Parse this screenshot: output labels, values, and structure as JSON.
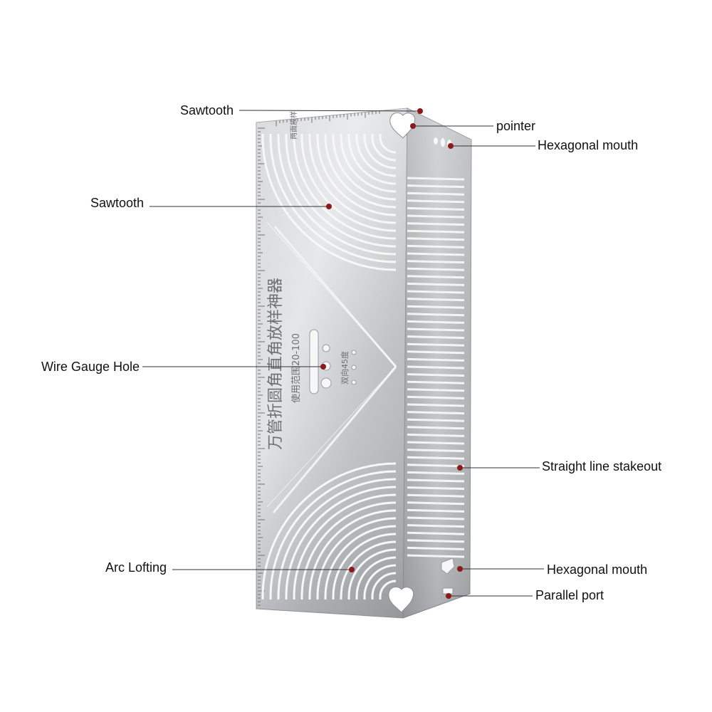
{
  "labels": {
    "sawtooth_top": "Sawtooth",
    "pointer": "pointer",
    "hexagonal_mouth_top": "Hexagonal mouth",
    "sawtooth_mid": "Sawtooth",
    "wire_gauge_hole": "Wire Gauge Hole",
    "straight_line_stakeout": "Straight line stakeout",
    "arc_lofting": "Arc Lofting",
    "hexagonal_mouth_bottom": "Hexagonal mouth",
    "parallel_port": "Parallel port"
  },
  "engraving": {
    "main_title": "万管折圆角直角放样神器",
    "range_text": "使用范围20-100",
    "angle_text": "双向45度",
    "top_tag": "两面放样"
  },
  "colors": {
    "dot": "#8b1a1a",
    "leader": "#333333",
    "steel_light": "#d9dadc",
    "steel_mid": "#b3b5b8",
    "steel_dark": "#8e9094"
  }
}
